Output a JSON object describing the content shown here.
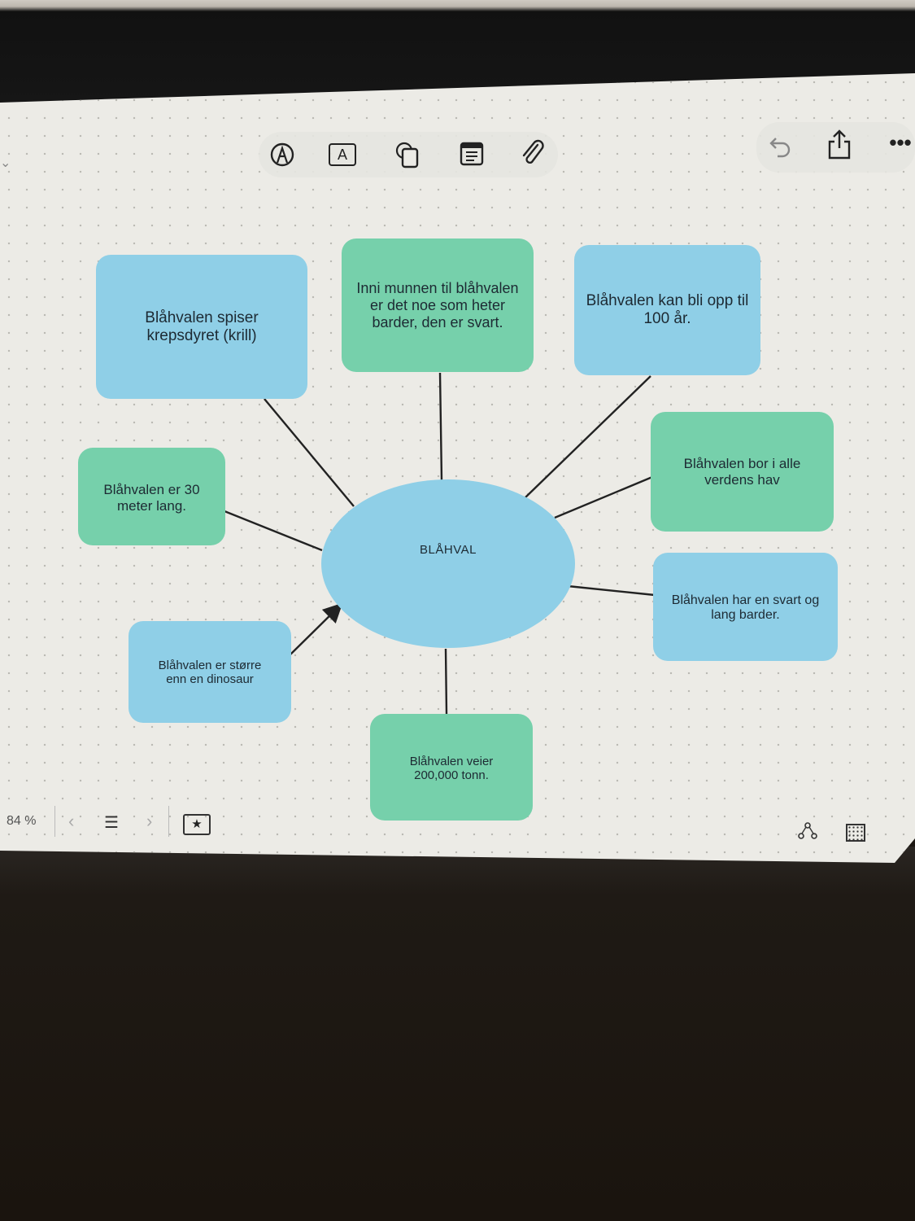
{
  "toolbar": {
    "tools": [
      "pen-icon",
      "text-icon",
      "shape-icon",
      "sticky-note-icon",
      "attachment-icon"
    ],
    "text_tool_glyph": "A",
    "right": [
      "undo-icon",
      "share-icon",
      "more-icon"
    ]
  },
  "board": {
    "center": "BLÅHVAL",
    "nodes": [
      {
        "text": "Blåhvalen spiser krepsdyret (krill)",
        "color": "#8fcfe7"
      },
      {
        "text": "Inni munnen til blåhvalen er det noe som heter barder, den er svart.",
        "color": "#76d0ab"
      },
      {
        "text": "Blåhvalen kan bli opp til 100 år.",
        "color": "#8fcfe7"
      },
      {
        "text": "Blåhvalen bor i alle verdens hav",
        "color": "#76d0ab"
      },
      {
        "text": "Blåhvalen er 30 meter lang.",
        "color": "#76d0ab"
      },
      {
        "text": "Blåhvalen har en svart og lang barder.",
        "color": "#8fcfe7"
      },
      {
        "text": "Blåhvalen er større enn en dinosaur",
        "color": "#8fcfe7"
      },
      {
        "text": "Blåhvalen veier 200,000 tonn.",
        "color": "#76d0ab"
      }
    ]
  },
  "bottom_bar": {
    "zoom": "84 %"
  }
}
